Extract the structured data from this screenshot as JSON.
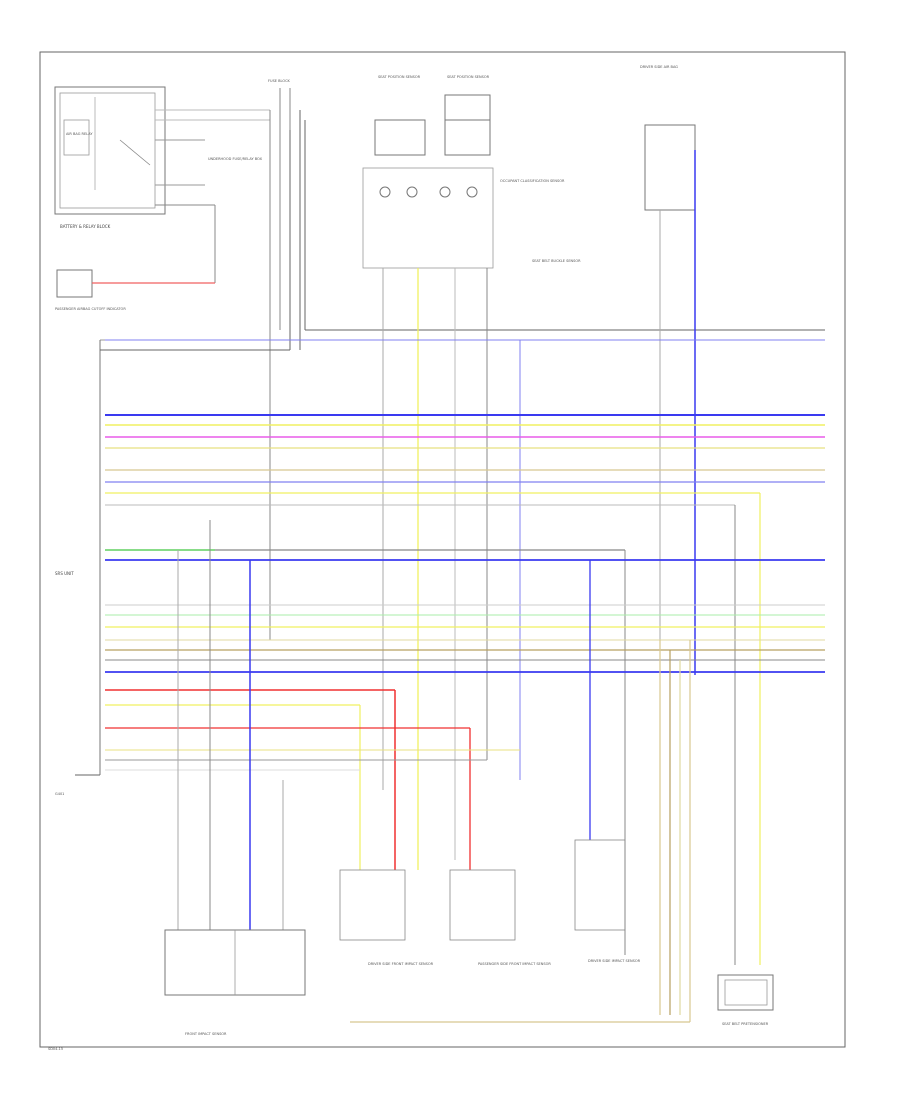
{
  "footer": {
    "code": "SD04-15"
  },
  "components": {
    "battery_junction": "BATTERY & RELAY BLOCK",
    "relay": "AIR BAG RELAY",
    "underhood_fuse": "UNDERHOOD FUSE/RELAY BOX",
    "passenger_indicator": "PASSENGER AIRBAG CUTOFF INDICATOR",
    "fuse_top": "FUSE BLOCK",
    "seat_position_left": "SEAT POSITION SENSOR",
    "seat_position_right": "SEAT POSITION SENSOR",
    "occupant_sensor": "OCCUPANT CLASSIFICATION SENSOR",
    "seat_belt_sensor": "SEAT BELT BUCKLE SENSOR",
    "driver_side": "DRIVER SIDE AIR BAG",
    "srs_unit": "SRS UNIT",
    "ground": "G401",
    "front_impact": "FRONT IMPACT SENSOR",
    "driver_front_sensor": "DRIVER SIDE FRONT IMPACT SENSOR",
    "passenger_front_sensor": "PASSENGER SIDE FRONT IMPACT SENSOR",
    "driver_side_sensor": "DRIVER SIDE IMPACT SENSOR",
    "seat_belt_pretensioner": "SEAT BELT PRETENSIONER"
  },
  "wire_colors": {
    "blue": "#3a3af0",
    "yellow": "#f0f060",
    "magenta": "#e85ce8",
    "tan": "#d8c890",
    "gray": "#888888",
    "green": "#60d060",
    "red": "#f03030",
    "lightblue": "#8080f0",
    "olive": "#b8a060",
    "black": "#444444"
  }
}
